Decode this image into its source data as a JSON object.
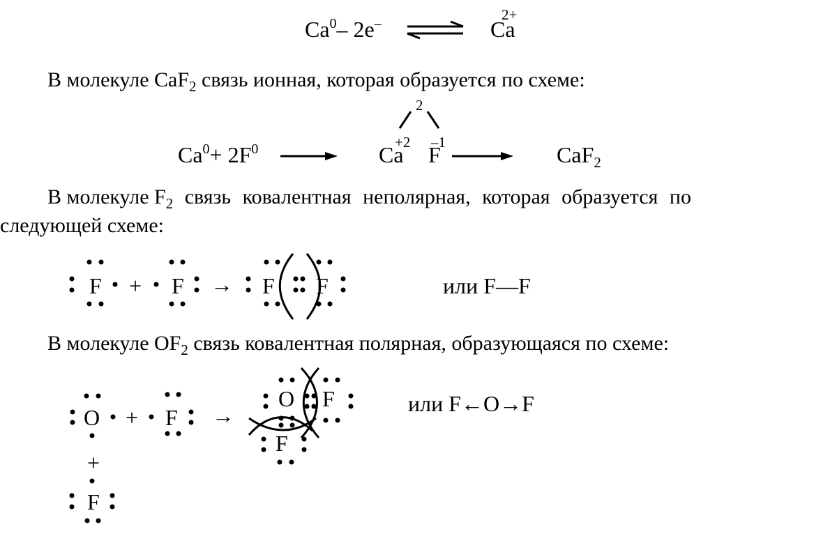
{
  "eq1": {
    "lhs": "Ca",
    "lhs_sup": "0",
    "minus": "– 2e",
    "e_sup": "–",
    "rhs": "Ca",
    "rhs_sup": "2+"
  },
  "p1": {
    "text": "В молекуле CaF",
    "sub": "2",
    "rest": " связь ионная, которая образуется по схеме:"
  },
  "eq2": {
    "a": "Ca",
    "a_sup": "0",
    "plus": "+ 2F",
    "f_sup": "0",
    "ca": "Ca",
    "ca_ch": "+2",
    "f": "F",
    "f_ch": "–1",
    "bridge": "2",
    "product": "CaF",
    "product_sub": "2"
  },
  "p2": {
    "line1_a": "В молекуле F",
    "sub": "2",
    "line1_b": " связь ковалентная неполярная, которая образуется по",
    "line2": "следующей схеме:"
  },
  "scheme1": {
    "f": "F",
    "plus": "+",
    "arrow": "→",
    "alt": "или F—F"
  },
  "p3": {
    "text": "В молекуле OF",
    "sub": "2",
    "rest": " связь ковалентная полярная, образующаяся по схеме:"
  },
  "scheme2": {
    "o": "O",
    "f": "F",
    "plus": "+",
    "arrow": "→",
    "alt": "или F←O→F"
  }
}
